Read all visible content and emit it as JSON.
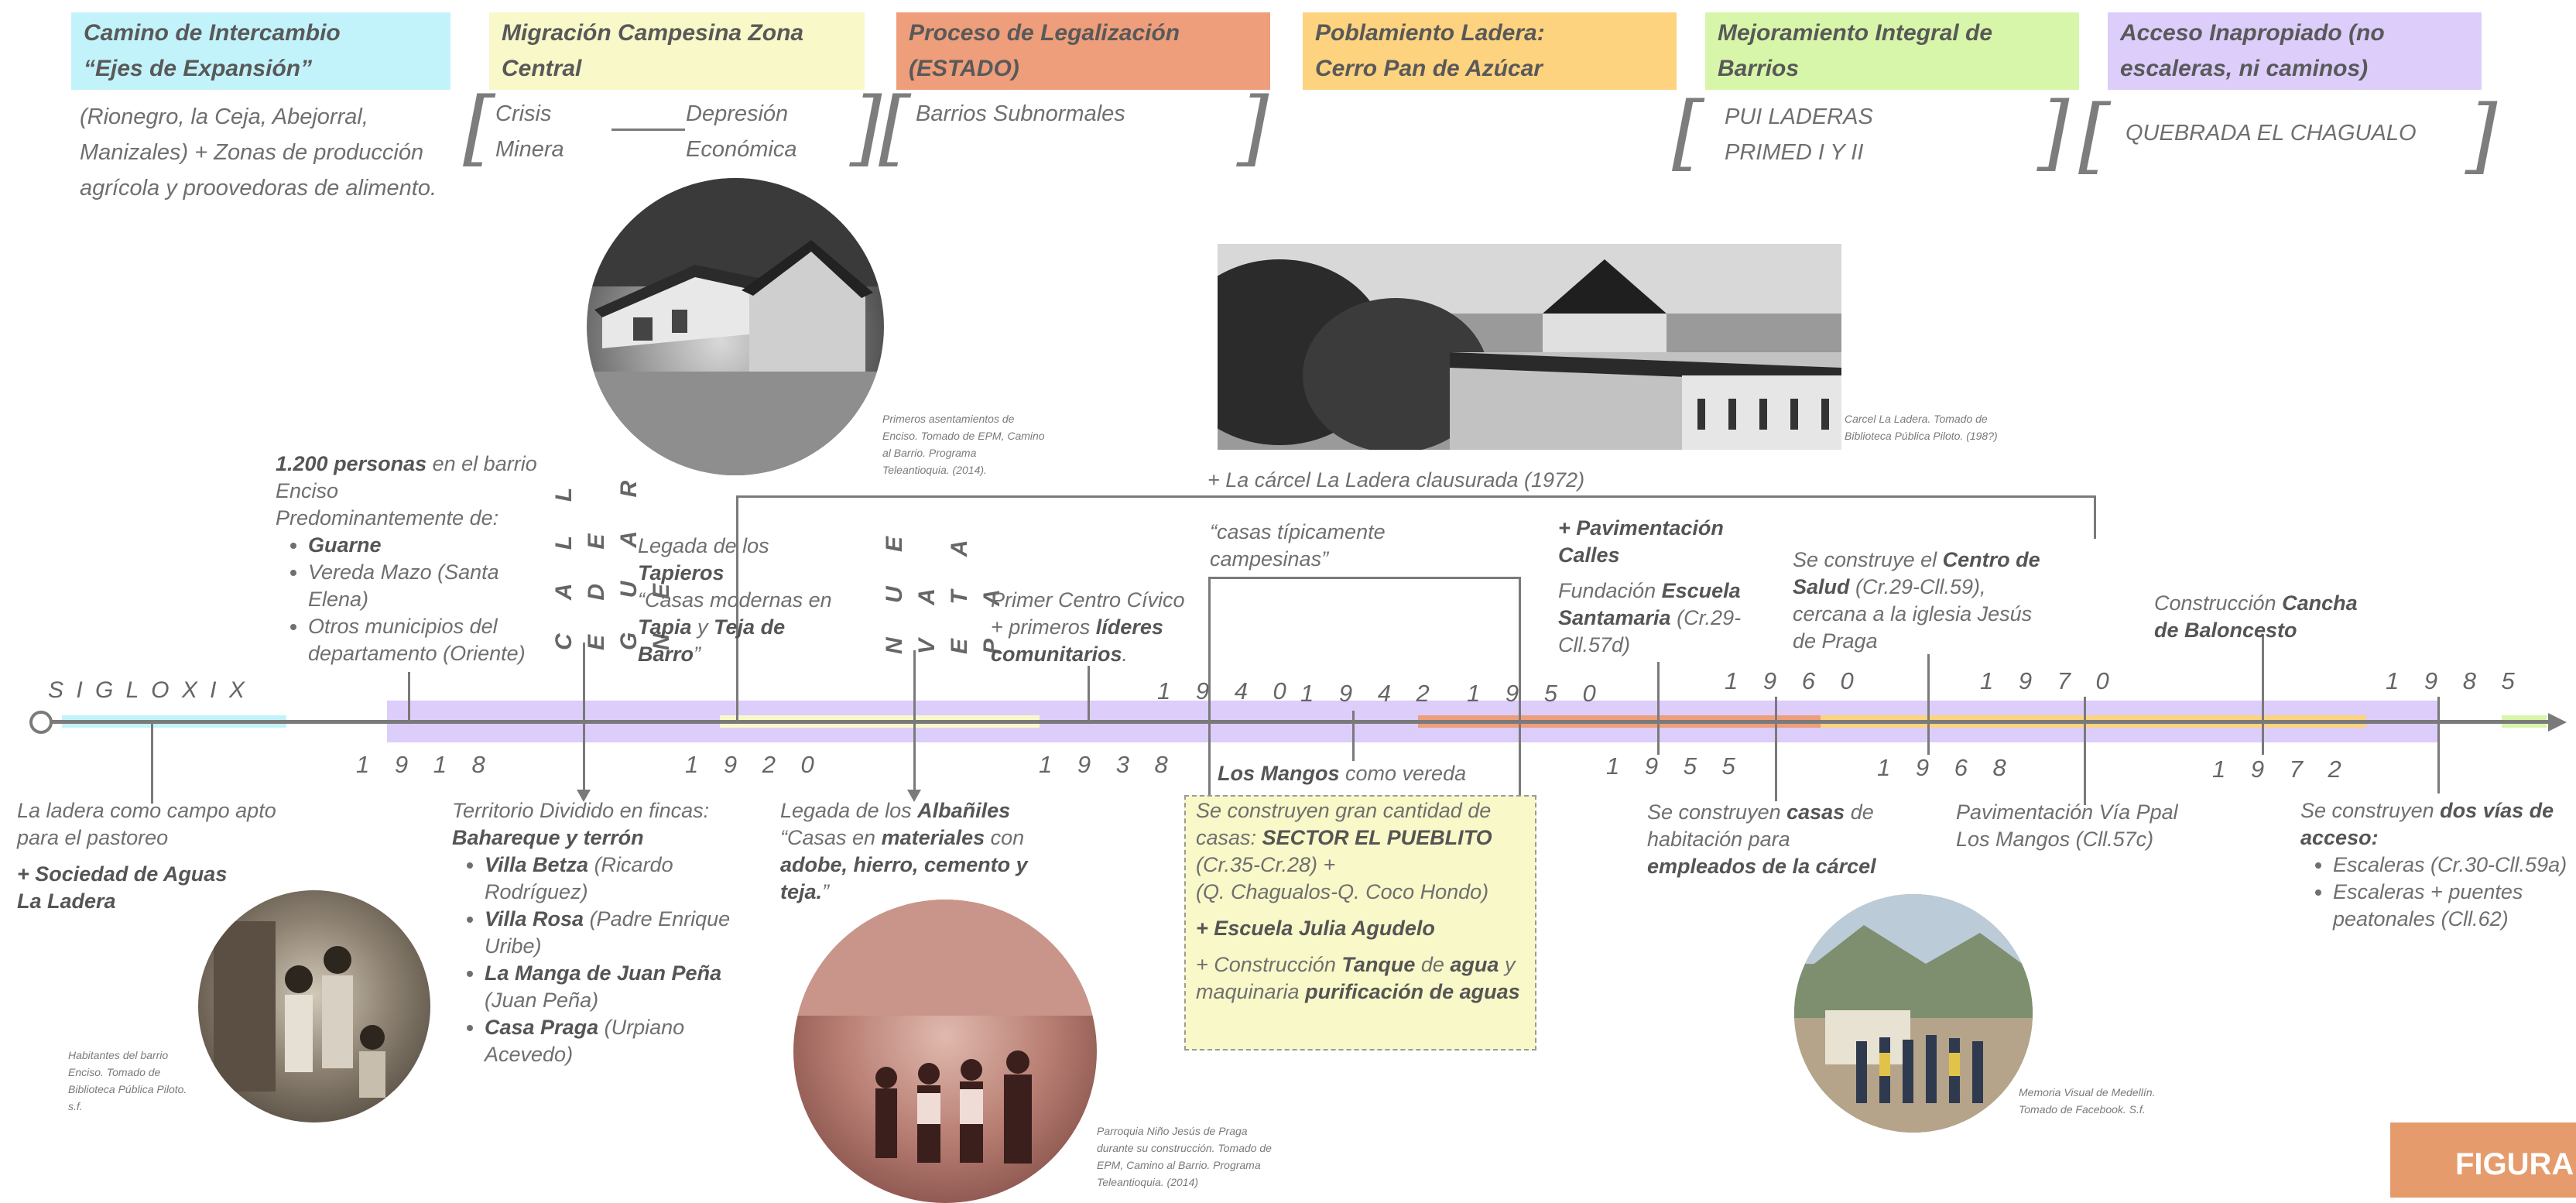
{
  "headers": [
    {
      "line1": "Camino de Intercambio",
      "line2": "“Ejes de Expansión”",
      "color": "#c3f3fa"
    },
    {
      "line1": "Migración Campesina Zona",
      "line2": "Central",
      "color": "#f9f8c9"
    },
    {
      "line1": "Proceso de Legalización",
      "line2": "(ESTADO)",
      "color": "#ee9e7b"
    },
    {
      "line1": "Poblamiento Ladera:",
      "line2": "Cerro Pan de Azúcar",
      "color": "#fdd380"
    },
    {
      "line1": "Mejoramiento Integral de",
      "line2": "Barrios",
      "color": "#d7f6a9"
    },
    {
      "line1": "Acceso Inapropiado (no",
      "line2": "escaleras, ni caminos)",
      "color": "#dccdfb"
    }
  ],
  "sub": {
    "expansion": "(Rionegro, la Ceja, Abejorral, Manizales) + Zonas de producción agrícola y proovedoras de alimento.",
    "crisis1": "Crisis",
    "crisis2": "Minera",
    "depresion1": "Depresión",
    "depresion2": "Económica",
    "subnormales": "Barrios Subnormales",
    "pui1": "PUI LADERAS",
    "pui2": "PRIMED I Y II",
    "quebrada": "QUEBRADA EL CHAGUALO"
  },
  "timeline": {
    "start_label": "S I G L O X I X",
    "years_top": [
      "1 9 4 0",
      "1 9 4 2",
      "1 9 5 0",
      "1 9 6 0",
      "1 9 7 0",
      "1 9 8 5"
    ],
    "years_bottom": [
      "1 9 1 8",
      "1 9 2 0",
      "1 9 3 8",
      "1 9 5 5",
      "1 9 6 8",
      "1 9 7 2"
    ]
  },
  "vertical": {
    "calle": "C A L L E  D E",
    "guarne": "G U A R N E",
    "nueva": "N U E V A",
    "etapa": "E T A P A"
  },
  "above": {
    "personas_bold": "1.200 personas",
    "personas_rest": " en el barrio Enciso",
    "predominante": "Predominantemente de:",
    "guarne": "Guarne",
    "vereda": "Vereda Mazo (Santa Elena)",
    "otros": "Otros municipios del departamento (Oriente)",
    "tapieros_a": "Legada de los ",
    "tapieros_b": "Tapieros",
    "tapieros_c": "“Casas modernas en ",
    "tapieros_d": "Tapia",
    " y": " y ",
    "tapieros_e": "Teja de Barro",
    "tapieros_f": "”",
    "civico_a": "Primer Centro Cívico",
    "civico_b": "+ primeros ",
    "civico_c": "líderes comunitarios",
    ".": ".",
    "carcel": "+ La cárcel La Ladera clausurada (1972)",
    "campesinas": "“casas típicamente campesinas”",
    "pav_calles": "+ Pavimentación Calles",
    "escuela_a": "Fundación ",
    "escuela_b": "Escuela Santamaria",
    " (Cr.29-Cll.57d)": " (Cr.29-Cll.57d)",
    "salud_a": "Se construye el ",
    "salud_b": "Centro de Salud",
    "salud_c": " (Cr.29-Cll.59), cercana a la iglesia Jesús de Praga",
    "cancha_a": "Construcción ",
    "cancha_b": "Cancha de Baloncesto"
  },
  "below": {
    "ladera": "La ladera como campo apto para el pastoreo",
    "sociedad": "+ Sociedad de Aguas La Ladera",
    "territorio_a": "Territorio Dividido en fincas: ",
    "territorio_b": "Bahareque y terrón",
    "villa_betza": "Villa Betza",
    "villa_betza_r": " (Ricardo Rodríguez)",
    "villa_rosa": "Villa Rosa",
    "villa_rosa_r": " (Padre Enrique Uribe)",
    "manga": "La Manga de Juan Peña",
    "manga_r": " (Juan Peña)",
    "casa_praga": "Casa Praga",
    "casa_praga_r": " (Urpiano Acevedo)",
    "albaniles_a": "Legada de los ",
    "albaniles_b": "Albañiles",
    "albaniles_c": "“Casas en ",
    "albaniles_d": "materiales",
    " con": " con ",
    "albaniles_e": "adobe, hierro, cemento y teja.",
    "albaniles_f": "”",
    "mangos_a": "Los Mangos",
    "mangos_b": " como vereda",
    "pueblito_a": "Se construyen gran cantidad de casas: ",
    "pueblito_b": "SECTOR EL PUEBLITO",
    "pueblito_c": "(Cr.35-Cr.28) +",
    "pueblito_d": "(Q. Chagualos-Q. Coco Hondo)",
    "julia": "+ Escuela Julia Agudelo",
    "tanque_a": "+ Construcción ",
    "tanque_b": "Tanque",
    " de": " de ",
    "tanque_c": "agua",
    " y": " y ",
    "tanque_d": "maquinaria ",
    "tanque_e": "purificación de aguas",
    "empleados_a": "Se construyen ",
    "empleados_b": "casas",
    "empleados_c": "habitación para ",
    "empleados_d": "empleados de la cárcel",
    "via": "Pavimentación Vía Ppal Los Mangos (Cll.57c)",
    "dos_vias_a": "Se construyen ",
    "dos_vias_b": "dos vías de acceso:",
    "esc1": "Escaleras (Cr.30-Cll.59a)",
    "esc2": "Escaleras + puentes peatonales (Cll.62)"
  },
  "captions": {
    "enciso_photo": "Primeros asentamientos de Enciso. Tomado de EPM, Camino al Barrio. Programa Teleantioquia. (2014).",
    "carcel_photo": "Carcel La Ladera. Tomado de Biblioteca Pública Piloto. (198?)",
    "habitantes": "Habitantes del barrio Enciso. Tomado de Biblioteca Pública Piloto. s.f.",
    "parroquia": "Parroquia Niño Jesús de Praga durante su construcción. Tomado de EPM, Camino al Barrio. Programa Teleantioquia. (2014)",
    "memoria": "Memoria Visual de Medellín. Tomado de Facebook. S.f."
  },
  "figura": "FIGURA",
  "colors": {
    "cyan": "#c3f3fa",
    "yellow": "#f9f8c9",
    "salmon": "#ee9e7b",
    "orange": "#fdd380",
    "green": "#d7f6a9",
    "purple": "#dccdfb"
  }
}
